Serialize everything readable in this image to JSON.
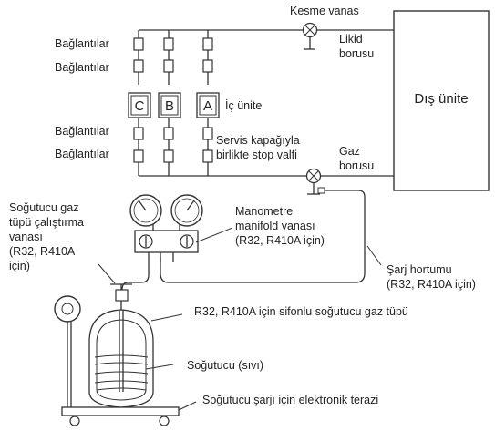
{
  "labels": {
    "shutoff_valve": "Kesme vanas",
    "connections_1": "Bağlantılar",
    "connections_2": "Bağlantılar",
    "connections_3": "Bağlantılar",
    "connections_4": "Bağlantılar",
    "liquid_pipe_line1": "Likid",
    "liquid_pipe_line2": "borusu",
    "outdoor_unit": "Dış ünite",
    "indoor_unit": "İç ünite",
    "unit_c": "C",
    "unit_b": "B",
    "unit_a": "A",
    "service_cap_line1": "Servis kapağıyla",
    "service_cap_line2": "birlikte stop valfi",
    "gas_pipe_line1": "Gaz",
    "gas_pipe_line2": "borusu",
    "cylinder_valve_line1": "Soğutucu gaz",
    "cylinder_valve_line2": "tüpü çalıştırma",
    "cylinder_valve_line3": "vanası",
    "cylinder_valve_line4": "(R32, R410A",
    "cylinder_valve_line5": "için)",
    "manifold_line1": "Manometre",
    "manifold_line2": "manifold vanası",
    "manifold_line3": "(R32, R410A için)",
    "charge_hose_line1": "Şarj hortumu",
    "charge_hose_line2": "(R32, R410A için)",
    "siphon_cylinder": "R32, R410A için sifonlu soğutucu gaz tüpü",
    "refrigerant_liquid": "Soğutucu (sıvı)",
    "electronic_scale": "Soğutucu şarjı için elektronik terazi"
  },
  "colors": {
    "line": "#333333",
    "text": "#222222",
    "background": "#ffffff"
  }
}
